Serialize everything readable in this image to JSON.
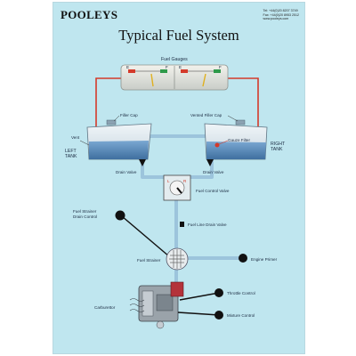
{
  "header": {
    "brand": "POOLEYS",
    "contact": [
      "Tel: +44(0)20 8207 3749",
      "Fax: +44(0)20 8953 2512",
      "www.pooleys.com"
    ]
  },
  "title": "Typical Fuel System",
  "labels": {
    "fuel_gauges": "Fuel Gauges",
    "gauge_e": "E",
    "gauge_f": "F",
    "filler_cap": "Filler Cap",
    "vented_filler_cap": "Vented Filler Cap",
    "vent": "Vent",
    "left_tank": [
      "LEFT",
      "TANK"
    ],
    "right_tank": [
      "RIGHT",
      "TANK"
    ],
    "gauze_filter": "Gauze Filter",
    "drain_valve_left": "Drain Valve",
    "drain_valve_right": "Drain Valve",
    "fuel_control_valve": "Fuel Control Valve",
    "selector_l": "L",
    "selector_r": "R",
    "fuel_strainer_drain_control": [
      "Fuel Strainer",
      "Drain Control"
    ],
    "fuel_line_drain_valve": "Fuel Line Drain Valve",
    "fuel_strainer": "Fuel Strainer",
    "engine_primer": "Engine Primer",
    "carburettor": "Carburettor",
    "throttle_control": "Throttle Control",
    "mixture_control": "Mixture Control"
  },
  "colors": {
    "background": "#bfe6ef",
    "fuel_line": "#9cc4dc",
    "gauge_wire": "#d43a2a",
    "tank_fuel": "#5b8fbf",
    "tank_body": "#dfe8ee",
    "control_knob": "#111111"
  }
}
